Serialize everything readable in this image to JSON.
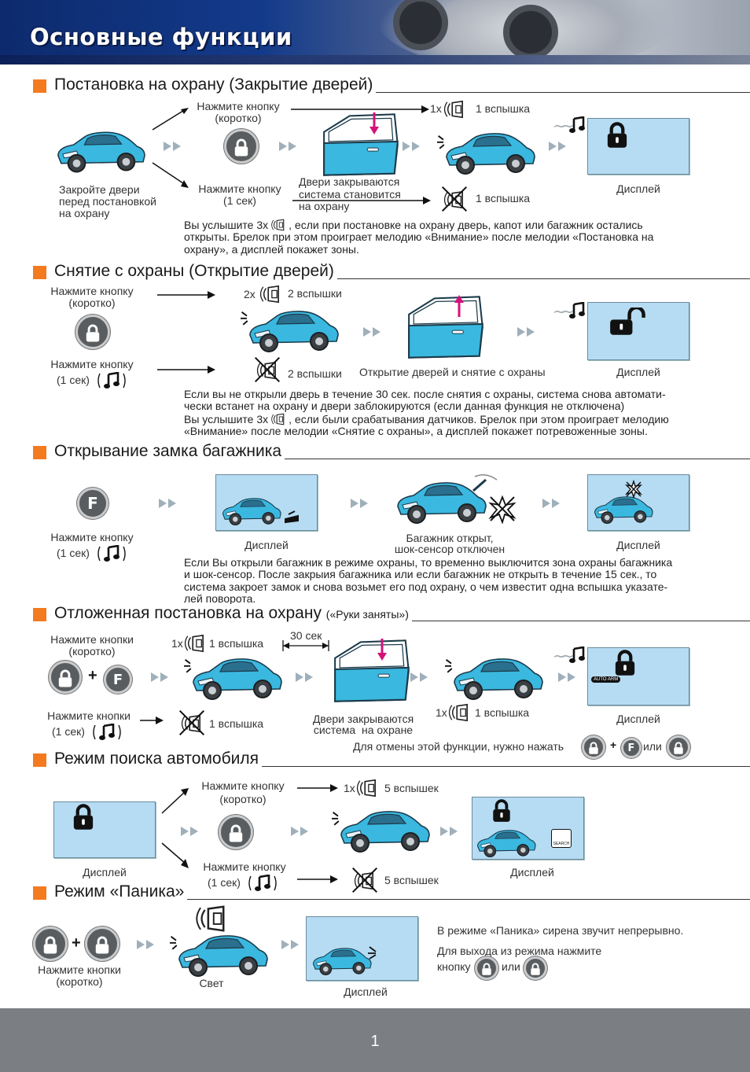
{
  "page_title": "Основные функции",
  "page_number": "1",
  "colors": {
    "accent": "#f47a20",
    "display": "#b6dcf3",
    "car": "#3ab8e0",
    "header": "#133a8a"
  },
  "icons": {
    "lock": "lock-icon",
    "unlock": "unlock-icon",
    "siren": "siren-icon",
    "melody": "note-icon",
    "f_key": "f-key-icon",
    "arrow": "double-arrow-icon"
  },
  "s1": {
    "title": "Постановка на охрану (Закрытие дверей)",
    "car_caption": "Закройте двери\nперед постановкой\nна охрану",
    "press_short": "Нажмите кнопку\n(коротко)",
    "press_long": "Нажмите кнопку\n(1 сек)",
    "count_1x": "1x",
    "flash_top": "1 вспышка",
    "flash_bottom": "1 вспышка",
    "doors_caption": "Двери закрываются\nсистема становится\nна охрану",
    "display_caption": "Дисплей",
    "note_pre": "Вы услышите 3x",
    "note_post": ", если при постановке на охрану дверь, капот или багажник остались",
    "note_l2": "открыты. Брелок при этом проиграет мелодию «Внимание» после мелодии «Постановка на",
    "note_l3": "охрану», а дисплей покажет зоны."
  },
  "s2": {
    "title": "Снятие с охраны (Открытие дверей)",
    "press_short": "Нажмите кнопку\n(коротко)",
    "press_long": "Нажмите кнопку",
    "press_long_sec": "(1 сек)",
    "count_2x": "2x",
    "flash_top": "2 вспышки",
    "flash_bottom": "2 вспышки",
    "doors_caption": "Открытие дверей и снятие с охраны",
    "display_caption": "Дисплей",
    "note_l1": "Если вы не открыли дверь в течение 30 сек. после снятия с охраны, система снова автомати-",
    "note_l2": "чески встанет на охрану и двери заблокируются (если данная функция не отключена)",
    "note_l3_pre": "Вы услышите 3x",
    "note_l3_post": ", если были срабатывания датчиков. Брелок при этом проиграет мелодию",
    "note_l4": "«Внимание» после мелодии «Снятие с охраны», а дисплей покажет потревоженные зоны."
  },
  "s3": {
    "title": "Открывание замка багажника",
    "f_key": "F",
    "press_long": "Нажмите кнопку",
    "press_long_sec": "(1 сек)",
    "display_caption_1": "Дисплей",
    "trunk_caption": "Багажник открыт,\nшок-сенсор отключен",
    "display_caption_2": "Дисплей",
    "note_l1": "Если Вы открыли багажник в режиме охраны, то временно выключится зона охраны багажника",
    "note_l2": "и шок-сенсор. После закрыия багажника или если багажник не открыть в течение 15 сек., то",
    "note_l3": "система закроет замок и снова возьмет его под охрану, о чем известит одна вспышка указате-",
    "note_l4": "лей поворота."
  },
  "s4": {
    "title": "Отложенная постановка на охрану",
    "title_small": "(«Руки заняты»)",
    "press_short": "Нажмите кнопки\n(коротко)",
    "press_long": "Нажмите кнопки",
    "press_long_sec": "(1 сек)",
    "plus": "+",
    "f_key": "F",
    "count_1x": "1x",
    "flash_1": "1 вспышка",
    "flash_2": "1 вспышка",
    "flash_3": "1 вспышка",
    "count_1x_b": "1x",
    "delay": "30 сек",
    "doors_caption": "Двери закрываются\nсистема  на охране",
    "display_caption": "Дисплей",
    "autoarm": "AUTO ARM",
    "cancel_text": "Для отмены этой функции, нужно нажать",
    "or": "или"
  },
  "s5": {
    "title": "Режим поиска автомобиля",
    "display_caption_1": "Дисплей",
    "press_short": "Нажмите кнопку\n(коротко)",
    "press_long": "Нажмите кнопку",
    "press_long_sec": "(1 сек)",
    "count_1x": "1x",
    "flash_top": "5 вспышек",
    "flash_bottom": "5 вспышек",
    "display_caption_2": "Дисплей",
    "search": "SEARCH"
  },
  "s6": {
    "title": "Режим «Паника»",
    "plus": "+",
    "press": "Нажмите кнопки\n(коротко)",
    "light": "Свет",
    "display_caption": "Дисплей",
    "note_l1": "В режиме «Паника» сирена звучит непрерывно.",
    "note_l2": "Для выхода из режима нажмите",
    "note_l3": "кнопку",
    "or": "или"
  }
}
